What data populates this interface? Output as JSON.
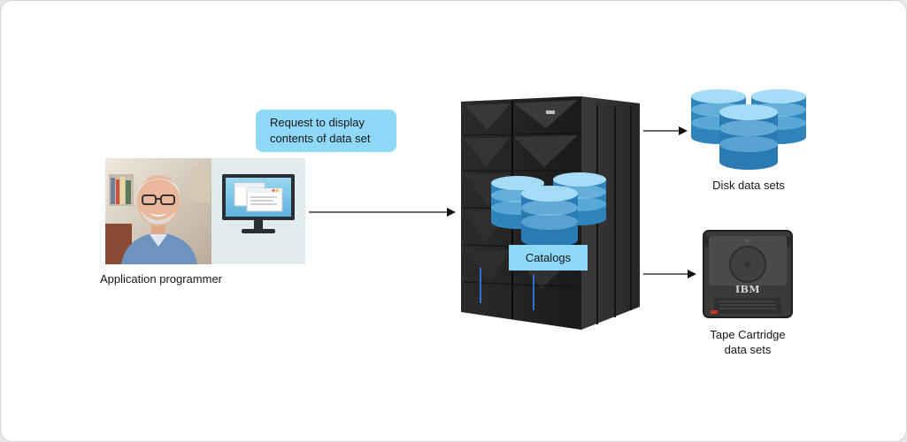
{
  "callout": {
    "line1": "Request to display",
    "line2": "contents of data set"
  },
  "labels": {
    "programmer": "Application programmer",
    "catalogs": "Catalogs",
    "disk": "Disk data sets",
    "tape_line1": "Tape Cartridge",
    "tape_line2": "data sets"
  },
  "brand": {
    "tape_logo": "IBM"
  },
  "colors": {
    "callout_fill": "#8fd8f8",
    "db_top": "#a6dcf6",
    "db_body": "#2f84bd",
    "server_dark": "#202020"
  },
  "icons": {
    "programmer": "person-photo-icon",
    "monitor": "monitor-icon",
    "mainframe": "mainframe-server-icon",
    "catalog_db": "database-stack-icon",
    "disk_db": "database-stack-icon",
    "tape": "tape-cartridge-icon"
  }
}
